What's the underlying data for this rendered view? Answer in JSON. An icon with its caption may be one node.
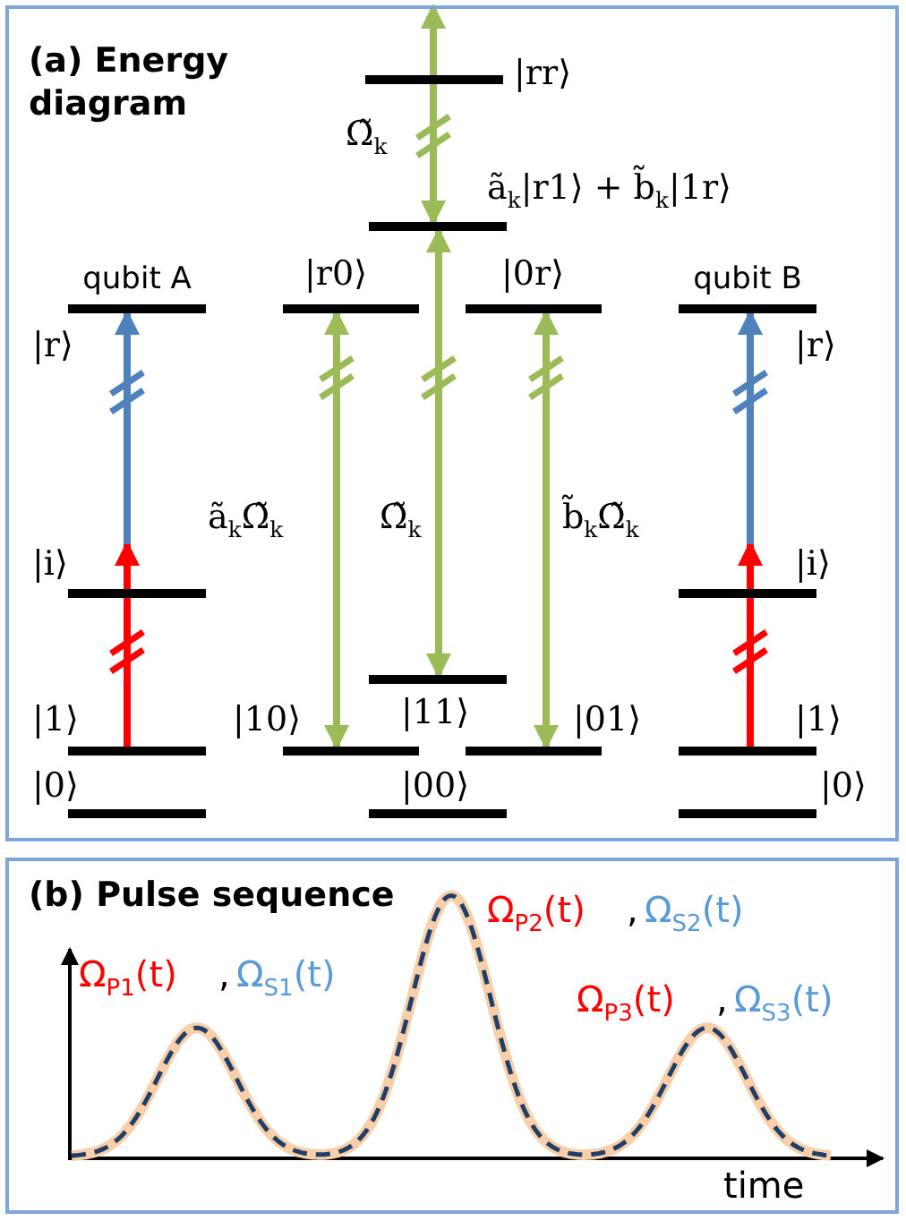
{
  "diagram": {
    "nodes": [
      {
        "text": [
          "(a) Energy diagram"
        ]
      },
      {
        "text": [
          "|rr⟩"
        ],
        "in": 0
      },
      {
        "text": [
          "ã$_{k}$|r1⟩ + b̃$_{k}$|1r⟩"
        ],
        "in": 0
      },
      {
        "text": [
          "|r⟩"
        ],
        "in": 0
      },
      {
        "text": [
          "|r0⟩"
        ],
        "in": 0
      },
      {
        "text": [
          "|0r⟩"
        ],
        "in": 0
      },
      {
        "text": [
          "|r⟩"
        ],
        "in": 0
      },
      {
        "text": [
          "|i⟩"
        ],
        "in": 0
      },
      {
        "text": [
          "|i⟩"
        ],
        "in": 0
      },
      {
        "text": [
          "|11⟩"
        ],
        "in": 0
      },
      {
        "text": [
          "|1⟩"
        ],
        "in": 0
      },
      {
        "text": [
          "|10⟩"
        ],
        "in": 0
      },
      {
        "text": [
          "|01⟩"
        ],
        "in": 0
      },
      {
        "text": [
          "|1⟩"
        ],
        "in": 0
      },
      {
        "text": [
          "|0⟩"
        ],
        "in": 0
      },
      {
        "text": [
          "|00⟩"
        ],
        "in": 0
      },
      {
        "text": [
          "|0⟩"
        ],
        "in": 0
      },
      {
        "text": [
          "(b) Pulse sequence"
        ]
      }
    ],
    "edges": [
      {
        "from": 10,
        "to": 7,
        "arrow": "to",
        "color": "#ff0000"
      },
      {
        "from": 7,
        "to": 3,
        "arrow": "to",
        "color": "#4f81bd"
      },
      {
        "from": 11,
        "to": 4,
        "arrow": "both",
        "label": "ã$_{k}$Ω̃$_{k}$"
      },
      {
        "from": 9,
        "to": 2,
        "arrow": "both",
        "label": "Ω̃$_{k}$"
      },
      {
        "from": 2,
        "to": null,
        "arrow": "both",
        "label": "Ω̃$_{k}$"
      },
      {
        "from": 12,
        "to": 5,
        "arrow": "both",
        "label": "b̃$_{k}$Ω̃$_{k}$"
      },
      {
        "from": 13,
        "to": 8,
        "arrow": "to",
        "color": "#ff0000"
      },
      {
        "from": 8,
        "to": 6,
        "arrow": "to",
        "color": "#4f81bd"
      }
    ],
    "labels": [
      "qubit A",
      "qubit B",
      "Ω$_{P1}$(t)",
      ",",
      "Ω$_{S1}$(t)",
      "Ω$_{P2}$(t)",
      ",",
      "Ω$_{S2}$(t)",
      "Ω$_{P3}$(t)",
      ",",
      "Ω$_{S3}$(t)",
      "time"
    ]
  }
}
